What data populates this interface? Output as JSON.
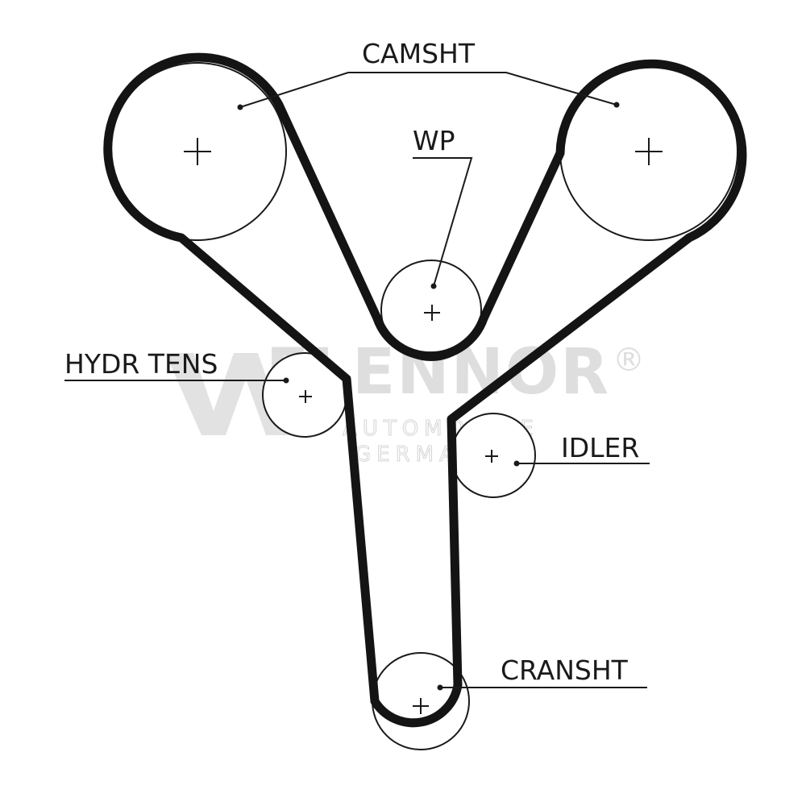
{
  "labels": {
    "camshaft": "CAMSHT",
    "water_pump": "WP",
    "hydraulic_tensioner": "HYDR TENS",
    "idler": "IDLER",
    "crankshaft": "CRANSHT"
  },
  "watermark": {
    "brand": "FLENNOR",
    "registered_mark": "®",
    "line1": "AUTOMOTIVE",
    "line2": "GERMANY"
  },
  "colors": {
    "belt": "#141414",
    "line": "#1a1a1a",
    "watermark": "#dedede"
  }
}
